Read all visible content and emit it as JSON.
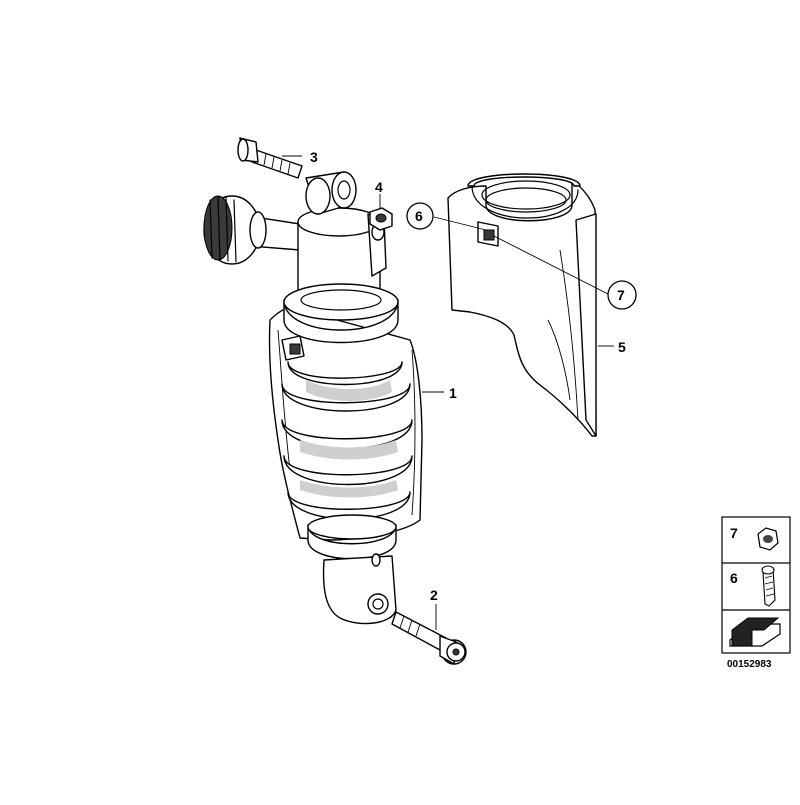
{
  "callouts": {
    "c1": "1",
    "c2": "2",
    "c3": "3",
    "c4": "4",
    "c5": "5",
    "c6": "6",
    "c7": "7"
  },
  "legend": {
    "row_top_label": "7",
    "row_mid_label": "6",
    "icon_top": "hex-nut-icon",
    "icon_mid": "socket-head-screw-icon",
    "icon_bottom": "shim-arrow-icon"
  },
  "diagram_number": "00152983"
}
